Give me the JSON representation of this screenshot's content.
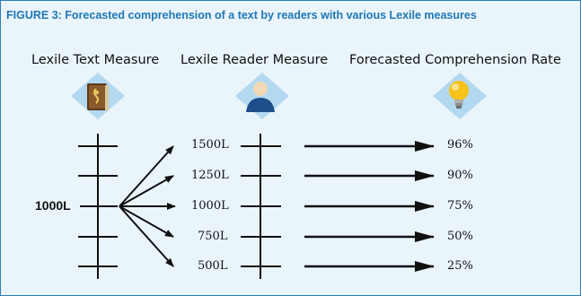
{
  "figure": {
    "title": "FIGURE 3: Forecasted comprehension of a text by readers with various Lexile measures"
  },
  "columns": {
    "text_measure": "Lexile Text Measure",
    "reader_measure": "Lexile Reader Measure",
    "comprehension_rate": "Forecasted Comprehension Rate"
  },
  "text_measure_value": "1000L",
  "rows": [
    {
      "reader_measure": "1500L",
      "rate": "96%"
    },
    {
      "reader_measure": "1250L",
      "rate": "90%"
    },
    {
      "reader_measure": "1000L",
      "rate": "75%"
    },
    {
      "reader_measure": "750L",
      "rate": "50%"
    },
    {
      "reader_measure": "500L",
      "rate": "25%"
    }
  ],
  "icons": {
    "text": "book-icon",
    "reader": "reader-person-icon",
    "rate": "lightbulb-icon"
  },
  "colors": {
    "frame_border": "#2a7fb8",
    "background": "#eaf4fb",
    "title": "#1f78b4"
  }
}
